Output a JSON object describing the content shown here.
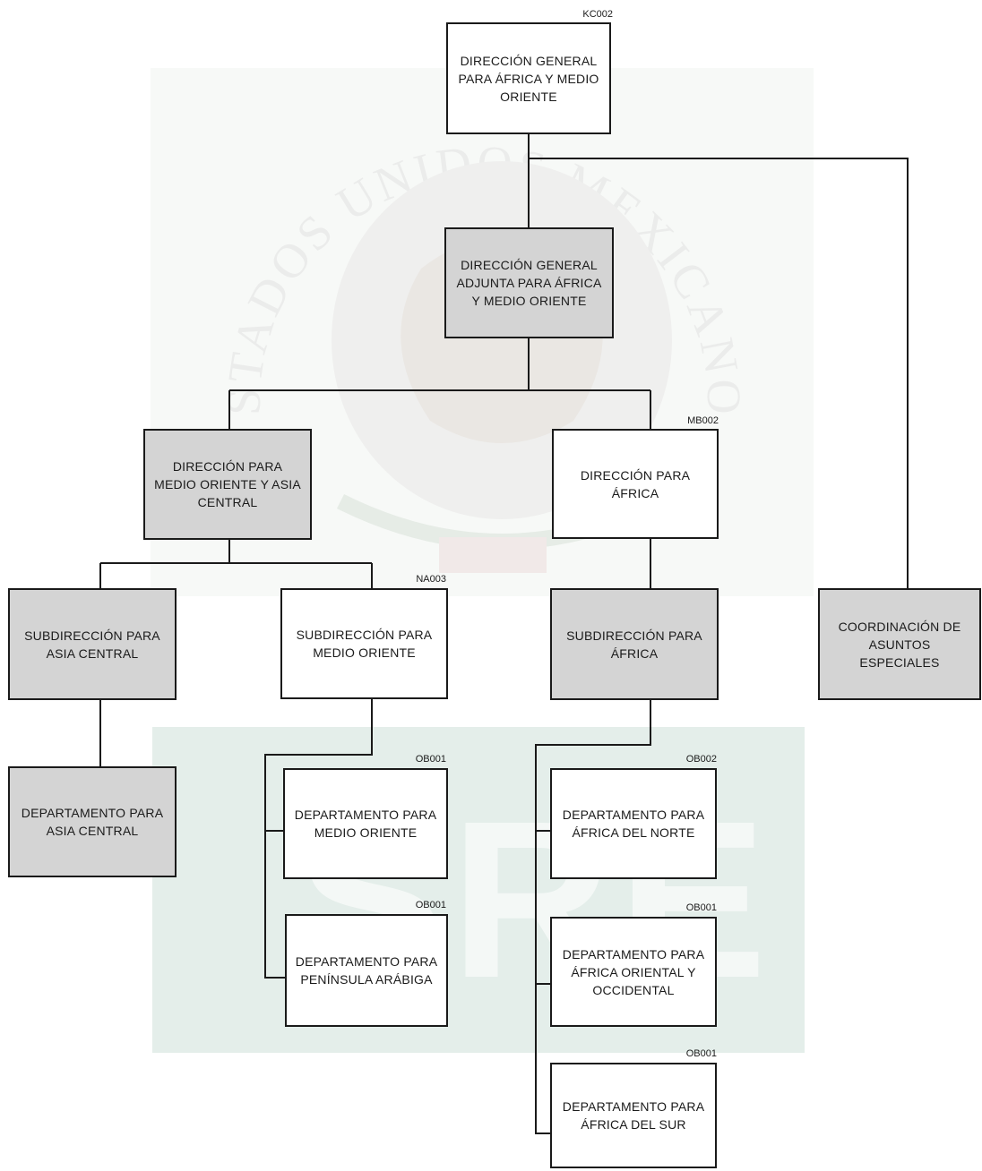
{
  "watermark": {
    "seal_text": "ESTADOS UNIDOS MEXICANOS",
    "logo_text": "SRE"
  },
  "boxes": {
    "dg": {
      "label": "DIRECCIÓN GENERAL PARA ÁFRICA Y MEDIO ORIENTE",
      "code": "KC002"
    },
    "dga": {
      "label": "DIRECCIÓN GENERAL ADJUNTA PARA ÁFRICA Y MEDIO ORIENTE"
    },
    "dir_moac": {
      "label": "DIRECCIÓN PARA MEDIO ORIENTE Y ASIA CENTRAL"
    },
    "dir_africa": {
      "label": "DIRECCIÓN PARA ÁFRICA",
      "code": "MB002"
    },
    "sub_asia": {
      "label": "SUBDIRECCIÓN PARA ASIA CENTRAL"
    },
    "sub_mo": {
      "label": "SUBDIRECCIÓN PARA MEDIO ORIENTE",
      "code": "NA003"
    },
    "sub_africa": {
      "label": "SUBDIRECCIÓN PARA ÁFRICA"
    },
    "coord": {
      "label": "COORDINACIÓN DE ASUNTOS ESPECIALES"
    },
    "dep_asia": {
      "label": "DEPARTAMENTO PARA ASIA CENTRAL"
    },
    "dep_mo": {
      "label": "DEPARTAMENTO PARA MEDIO ORIENTE",
      "code": "OB001"
    },
    "dep_pen": {
      "label": "DEPARTAMENTO PARA PENÍNSULA ARÁBIGA",
      "code": "OB001"
    },
    "dep_an": {
      "label": "DEPARTAMENTO PARA ÁFRICA DEL NORTE",
      "code": "OB002"
    },
    "dep_aoc": {
      "label": "DEPARTAMENTO PARA ÁFRICA ORIENTAL Y OCCIDENTAL",
      "code": "OB001"
    },
    "dep_as": {
      "label": "DEPARTAMENTO PARA ÁFRICA DEL SUR",
      "code": "OB001"
    }
  },
  "colors": {
    "highlighted_box": "#d4d4d4",
    "plain_box": "#ffffff",
    "line": "#1a1a1a"
  }
}
